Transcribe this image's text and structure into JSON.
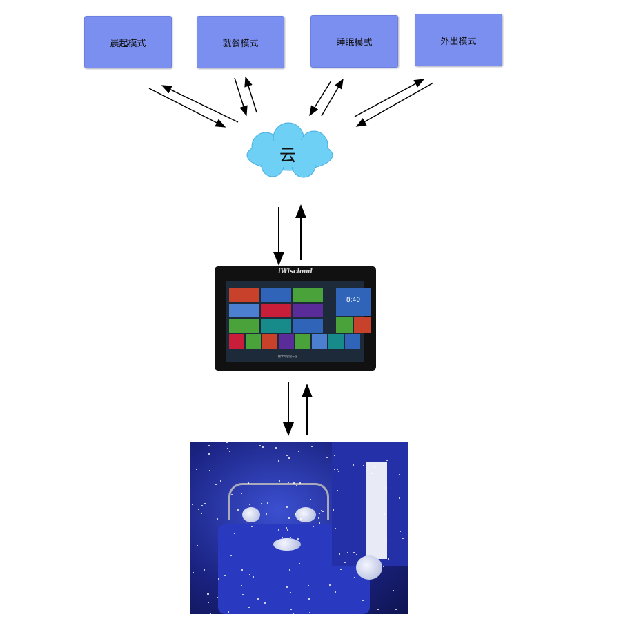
{
  "modes": [
    "晨起模式",
    "就餐模式",
    "睡眠模式",
    "外出模式"
  ],
  "cloud_label": "云",
  "tablet": {
    "brand": "iWiscloud",
    "clock": "8:40",
    "bottom_label": "数字内容显示区"
  },
  "colors": {
    "mode_box": "#7b8ff0",
    "cloud": "#6fd0f5"
  }
}
